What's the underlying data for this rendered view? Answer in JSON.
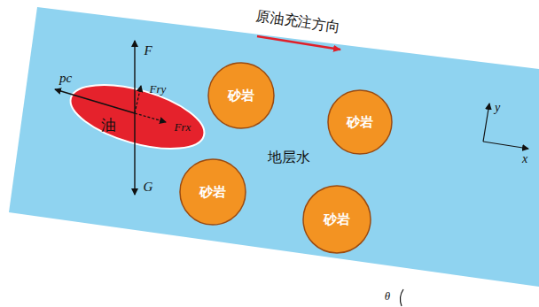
{
  "diagram": {
    "nodes": [
      {
        "text": [
          "油"
        ]
      },
      {
        "text": [
          "砂岩"
        ]
      },
      {
        "text": [
          "砂岩"
        ]
      },
      {
        "text": [
          "砂岩"
        ]
      },
      {
        "text": [
          "砂岩"
        ]
      }
    ],
    "labels": [
      "原油充注方向",
      "地层水",
      "pc",
      "F",
      "Fry",
      "Frx",
      "G",
      "y",
      "x",
      "θ"
    ]
  }
}
